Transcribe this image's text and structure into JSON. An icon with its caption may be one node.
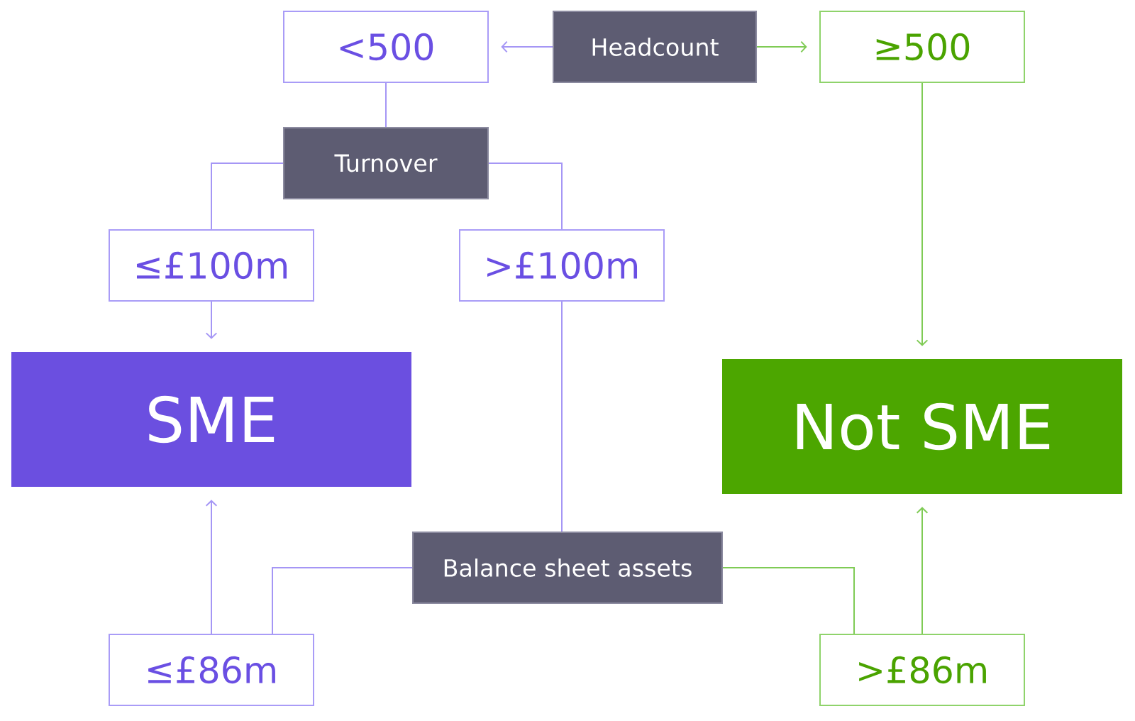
{
  "diagram": {
    "nodes": [
      {
        "text": [
          "Headcount"
        ]
      },
      {
        "text": [
          "<500"
        ]
      },
      {
        "text": [
          "≥500"
        ]
      },
      {
        "text": [
          "Turnover"
        ]
      },
      {
        "text": [
          "≤£100m"
        ]
      },
      {
        "text": [
          ">£100m"
        ]
      },
      {
        "text": [
          "SME"
        ]
      },
      {
        "text": [
          "Not SME"
        ]
      },
      {
        "text": [
          "Balance sheet assets"
        ]
      },
      {
        "text": [
          "≤£86m"
        ]
      },
      {
        "text": [
          ">£86m"
        ]
      }
    ],
    "edges": [
      {
        "from": 0,
        "to": 1,
        "arrow": "to"
      },
      {
        "from": 0,
        "to": 2,
        "arrow": "to",
        "color": "#7fcb55"
      },
      {
        "from": 1,
        "to": 3,
        "arrow": "none"
      },
      {
        "from": 3,
        "to": 4,
        "arrow": "none"
      },
      {
        "from": 3,
        "to": 5,
        "arrow": "none"
      },
      {
        "from": 4,
        "to": 6,
        "arrow": "to"
      },
      {
        "from": 2,
        "to": 7,
        "arrow": "to",
        "color": "#7fcb55"
      },
      {
        "from": 5,
        "to": 8,
        "arrow": "none"
      },
      {
        "from": 8,
        "to": 9,
        "arrow": "none"
      },
      {
        "from": 9,
        "to": 6,
        "arrow": "to"
      },
      {
        "from": 8,
        "to": 10,
        "arrow": "none",
        "color": "#7fcb55"
      },
      {
        "from": 10,
        "to": 7,
        "arrow": "to",
        "color": "#7fcb55"
      }
    ]
  }
}
